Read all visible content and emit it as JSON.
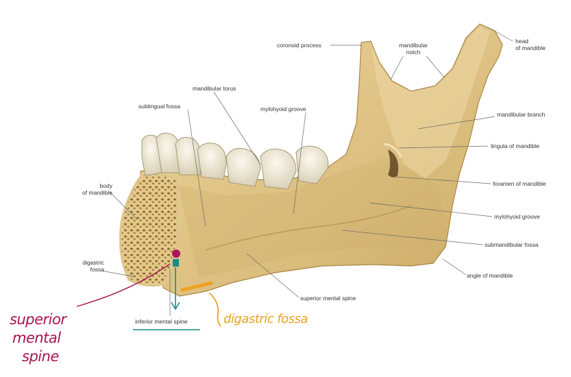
{
  "labels": {
    "coronoid_process": "coronoid process",
    "mandibular_notch": [
      "mandibular",
      "notch"
    ],
    "head_of_mandible": [
      "head",
      "of mandible"
    ],
    "mandibular_torus": "mandibular torus",
    "sublingual_fossa": "sublingual fossa",
    "mylohyoid_groove_top": "mylohyoid groove",
    "mandibular_branch": "mandibular branch",
    "lingula_of_mandible": "lingula of mandible",
    "body_of_mandible": [
      "body",
      "of mandible"
    ],
    "foramen_of_mandible": "foramen of mandible",
    "mylohyoid_groove_right": "mylohyoid groove",
    "submandibular_fossa": "submandibular fossa",
    "digastric_fossa": [
      "digastric",
      "fossa"
    ],
    "angle_of_mandible": "angle of mandible",
    "superior_mental_spine": "superior mental spine",
    "inferior_mental_spine": "inferior mental spine"
  },
  "annotations": {
    "handwritten_superior": [
      "superior",
      "mental",
      "spine"
    ],
    "handwritten_digastric": "digastric fossa"
  },
  "colors": {
    "bone": "#e3c98c",
    "bone_shadow": "#b89454",
    "tooth": "#f1ebd8",
    "pink_annotation": "#a8124f",
    "teal_annotation": "#1a8a86",
    "orange_annotation": "#f0a020"
  }
}
